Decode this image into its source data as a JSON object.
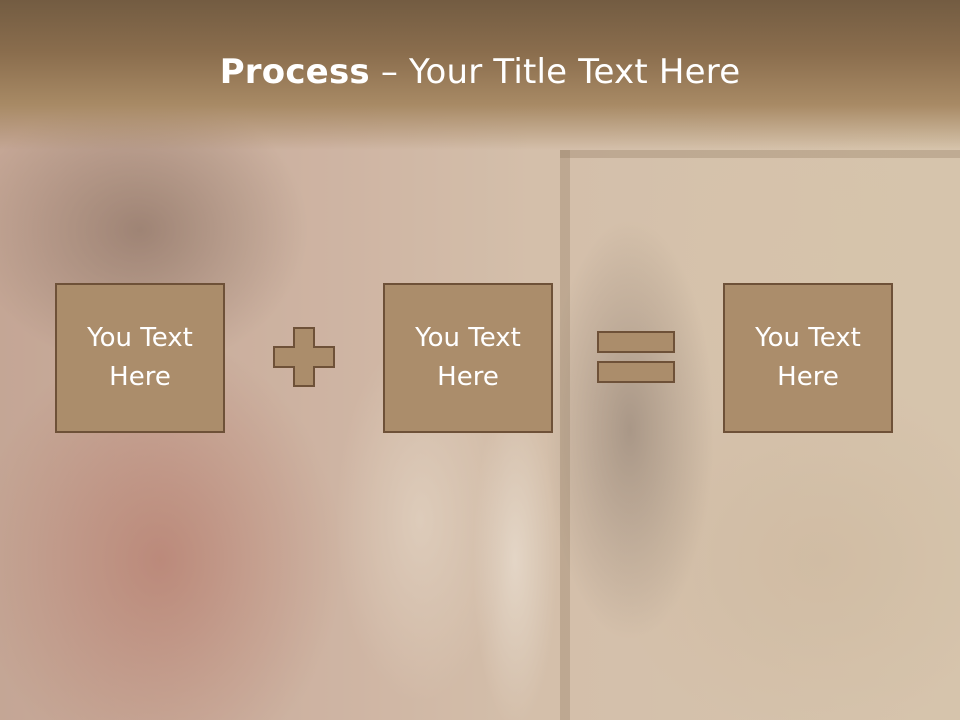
{
  "slide": {
    "title_bold": "Process",
    "title_rest": " – Your Title Text Here",
    "boxes": [
      {
        "line1": "You Text",
        "line2": "Here"
      },
      {
        "line1": "You Text",
        "line2": "Here"
      },
      {
        "line1": "You Text",
        "line2": "Here"
      }
    ],
    "operators": [
      "plus-icon",
      "equals-icon"
    ]
  },
  "colors": {
    "title_band": "#8a6d4d",
    "box_fill": "#ab8d6b",
    "box_border": "#6e5138",
    "text": "#ffffff"
  }
}
